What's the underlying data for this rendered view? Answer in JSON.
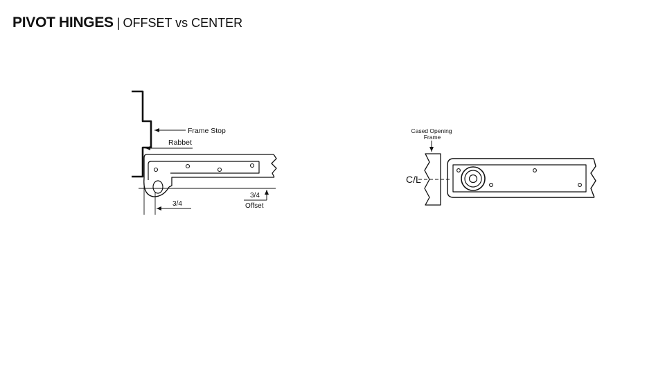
{
  "title": {
    "main": "PIVOT HINGES",
    "separator": "|",
    "sub": "OFFSET vs CENTER"
  },
  "offset_diagram": {
    "frame_stop_label": "Frame Stop",
    "rabbet_label": "Rabbet",
    "dim_left_label": "3/4",
    "dim_right_label": "3/4",
    "offset_label": "Offset"
  },
  "center_diagram": {
    "cased_opening_line1": "Cased Opening",
    "cased_opening_line2": "Frame",
    "centerline_label": "C/L"
  }
}
